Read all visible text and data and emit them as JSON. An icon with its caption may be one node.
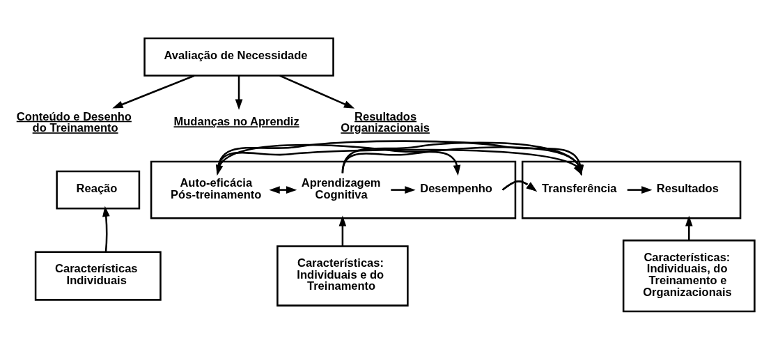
{
  "diagram": {
    "nodes": [
      {
        "text": [
          "Avaliação de Necessidade"
        ]
      },
      {
        "text": [
          "Conteúdo e Desenho do Treinamento"
        ]
      },
      {
        "text": [
          "Mudanças no Aprendiz"
        ]
      },
      {
        "text": [
          "Resultados Organizacionais"
        ]
      },
      {
        "text": [
          "Reação"
        ]
      },
      {
        "text": [],
        "shape": "box"
      },
      {
        "text": [
          "Auto-eficácia Pós-treinamento"
        ],
        "in": 5
      },
      {
        "text": [
          "Aprendizagem Cognitiva"
        ],
        "in": 5
      },
      {
        "text": [
          "Desempenho"
        ],
        "in": 5
      },
      {
        "text": [],
        "shape": "box"
      },
      {
        "text": [
          "Transferência"
        ],
        "in": 9
      },
      {
        "text": [
          "Resultados"
        ],
        "in": 9
      },
      {
        "text": [
          "Características Individuais"
        ]
      },
      {
        "text": [
          "Características: Individuais e do Treinamento"
        ]
      },
      {
        "text": [
          "Características: Individuais, do Treinamento e Organizacionais"
        ]
      }
    ],
    "edges": [
      {
        "from": 0,
        "to": 1,
        "arrow": "to"
      },
      {
        "from": 0,
        "to": 2,
        "arrow": "to"
      },
      {
        "from": 0,
        "to": 3,
        "arrow": "to"
      },
      {
        "from": 6,
        "to": 10,
        "arrow": "to"
      },
      {
        "from": 7,
        "to": 10,
        "arrow": "to"
      },
      {
        "from": 6,
        "to": 8,
        "arrow": "both"
      },
      {
        "from": 6,
        "to": 7,
        "arrow": "both"
      },
      {
        "from": 7,
        "to": 8,
        "arrow": "to"
      },
      {
        "from": 8,
        "to": 10,
        "arrow": "to"
      },
      {
        "from": 10,
        "to": 11,
        "arrow": "to"
      },
      {
        "from": 12,
        "to": 4,
        "arrow": "to"
      },
      {
        "from": 13,
        "to": 5,
        "arrow": "to"
      },
      {
        "from": 14,
        "to": 9,
        "arrow": "to"
      }
    ]
  }
}
